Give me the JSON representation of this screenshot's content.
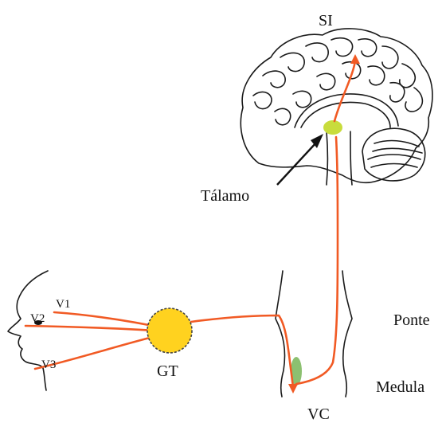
{
  "labels": {
    "si": "SI",
    "talamo": "Tálamo",
    "ponte": "Ponte",
    "medula": "Medula",
    "vc": "VC",
    "gt": "GT",
    "v1": "V1",
    "v2": "V2",
    "v3": "V3"
  },
  "colors": {
    "pathway": "#f15a24",
    "ganglion_fill": "#ffd21f",
    "ganglion_border": "#444444",
    "thalamus": "#c8dc3c",
    "nucleus": "#8cc070",
    "outline": "#1a1a1a"
  }
}
